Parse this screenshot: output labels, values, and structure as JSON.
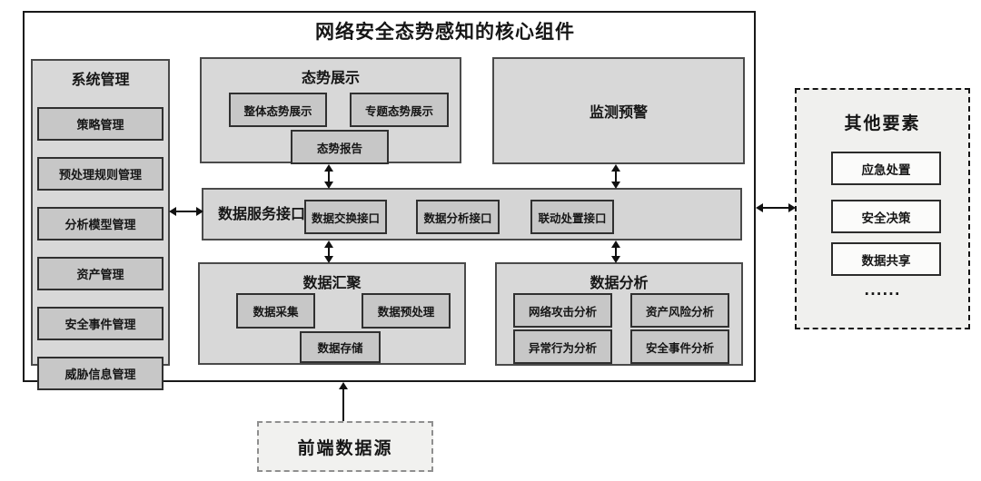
{
  "title": "网络安全态势感知的核心组件",
  "system_management": {
    "title": "系统管理",
    "items": [
      "策略管理",
      "预处理规则管理",
      "分析模型管理",
      "资产管理",
      "安全事件管理",
      "威胁信息管理"
    ]
  },
  "situation_display": {
    "title": "态势展示",
    "overall": "整体态势展示",
    "thematic": "专题态势展示",
    "report": "态势报告"
  },
  "monitoring_warning": {
    "title": "监测预警"
  },
  "data_service_interface": {
    "title": "数据服务接口",
    "items": [
      "数据交换接口",
      "数据分析接口",
      "联动处置接口"
    ]
  },
  "data_aggregation": {
    "title": "数据汇聚",
    "collect": "数据采集",
    "preprocess": "数据预处理",
    "storage": "数据存储"
  },
  "data_analysis": {
    "title": "数据分析",
    "items": [
      "网络攻击分析",
      "资产风险分析",
      "异常行为分析",
      "安全事件分析"
    ]
  },
  "other_elements": {
    "title": "其他要素",
    "items": [
      "应急处置",
      "安全决策",
      "数据共享"
    ],
    "ellipsis": "......"
  },
  "frontend_data_source": {
    "title": "前端数据源"
  },
  "colors": {
    "panel_fill": "#d8d8d8",
    "inner_box_fill": "#c7c7c7",
    "band_fill": "#d5d5d5",
    "dashed_panel_fill": "#f0f0ee",
    "border_dark": "#303030",
    "frame_border": "#181818"
  }
}
